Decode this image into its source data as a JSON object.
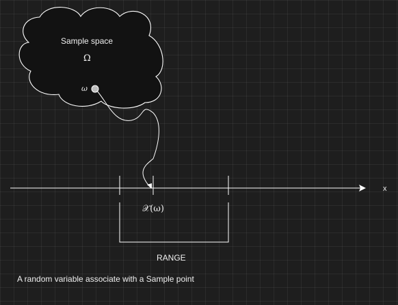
{
  "diagram": {
    "cloud_title": "Sample space",
    "omega_symbol": "Ω",
    "point_label": "ω",
    "axis_label": "x",
    "mapping_label": "𝒳(ω)",
    "range_label": "RANGE",
    "caption": "A random variable associate with a Sample point"
  },
  "colors": {
    "background": "#1e1e1e",
    "stroke": "#ffffff",
    "cloud_fill": "#121212",
    "point_fill": "#bdbdbd"
  }
}
